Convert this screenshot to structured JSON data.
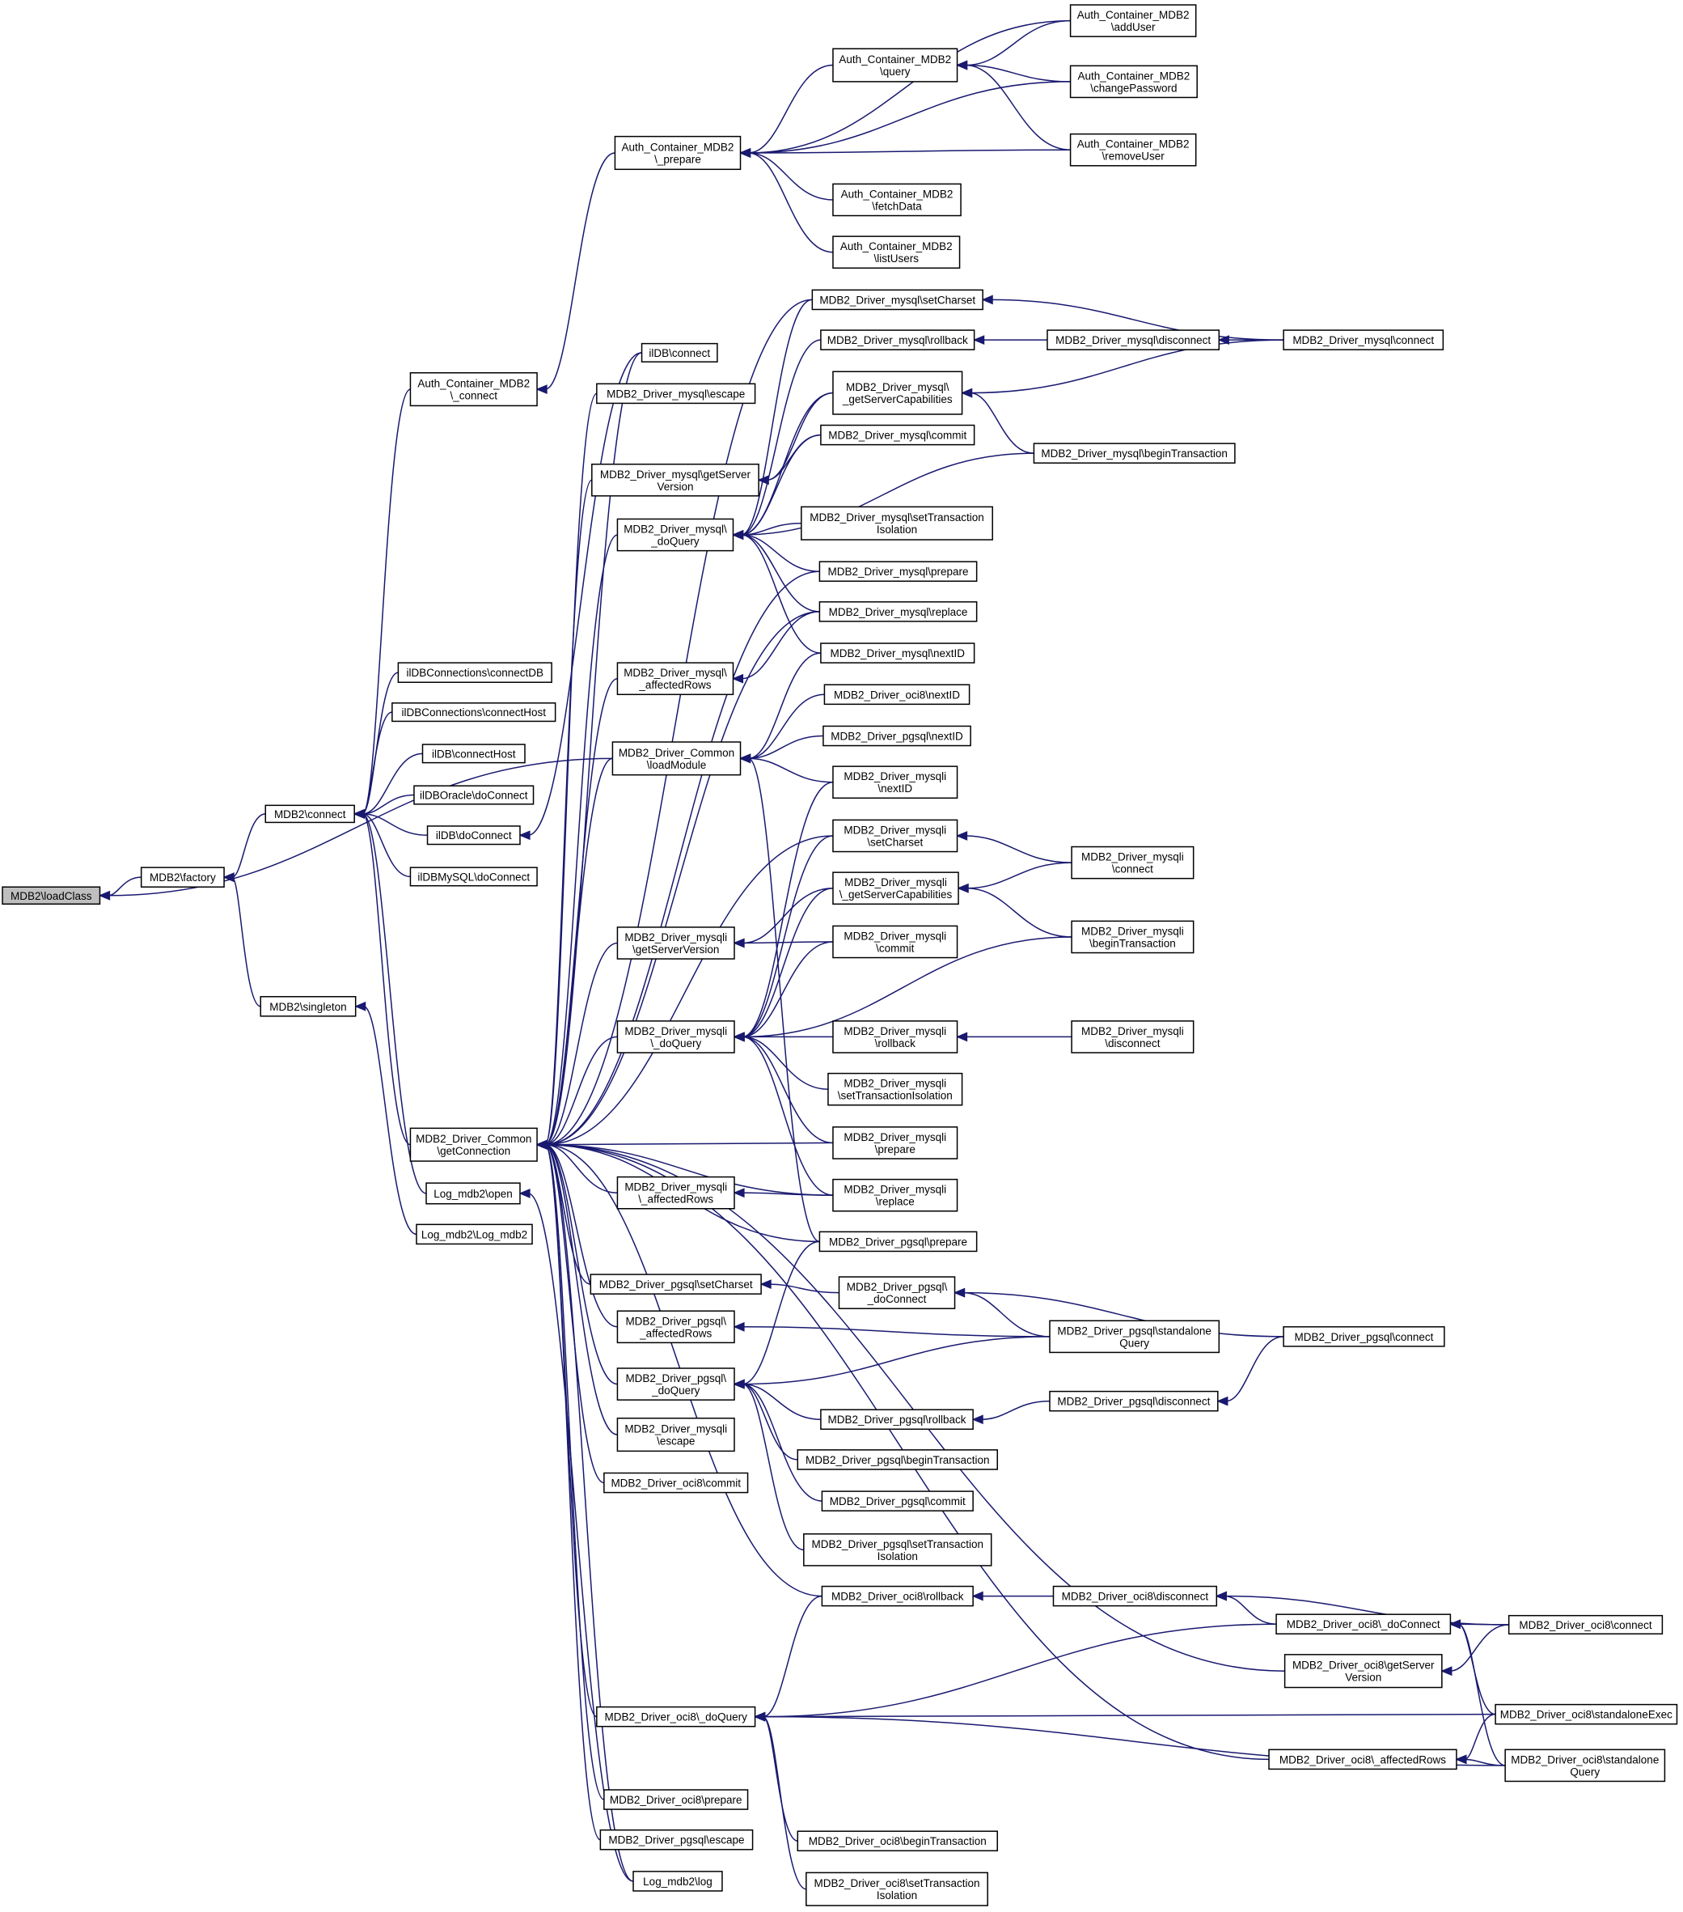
{
  "nodes": [
    {
      "id": "loadClass",
      "lines": [
        "MDB2\\loadClass"
      ],
      "root": true
    },
    {
      "id": "factory",
      "lines": [
        "MDB2\\factory"
      ]
    },
    {
      "id": "connect",
      "lines": [
        "MDB2\\connect"
      ]
    },
    {
      "id": "singleton",
      "lines": [
        "MDB2\\singleton"
      ]
    },
    {
      "id": "acm_connect",
      "lines": [
        "Auth_Container_MDB2",
        "\\_connect"
      ]
    },
    {
      "id": "ilconnDB",
      "lines": [
        "ilDBConnections\\connectDB"
      ]
    },
    {
      "id": "ilconnHost",
      "lines": [
        "ilDBConnections\\connectHost"
      ]
    },
    {
      "id": "ildb_connectHost",
      "lines": [
        "ilDB\\connectHost"
      ]
    },
    {
      "id": "iloracle_doConnect",
      "lines": [
        "ilDBOracle\\doConnect"
      ]
    },
    {
      "id": "ildb_doConnect",
      "lines": [
        "ilDB\\doConnect"
      ]
    },
    {
      "id": "ilmysql_doConnect",
      "lines": [
        "ilDBMySQL\\doConnect"
      ]
    },
    {
      "id": "getConnection",
      "lines": [
        "MDB2_Driver_Common",
        "\\getConnection"
      ]
    },
    {
      "id": "log_open",
      "lines": [
        "Log_mdb2\\open"
      ]
    },
    {
      "id": "log_ctor",
      "lines": [
        "Log_mdb2\\Log_mdb2"
      ]
    },
    {
      "id": "acm_prepare",
      "lines": [
        "Auth_Container_MDB2",
        "\\_prepare"
      ]
    },
    {
      "id": "acm_query",
      "lines": [
        "Auth_Container_MDB2",
        "\\query"
      ]
    },
    {
      "id": "acm_fetchData",
      "lines": [
        "Auth_Container_MDB2",
        "\\fetchData"
      ]
    },
    {
      "id": "acm_listUsers",
      "lines": [
        "Auth_Container_MDB2",
        "\\listUsers"
      ]
    },
    {
      "id": "acm_addUser",
      "lines": [
        "Auth_Container_MDB2",
        "\\addUser"
      ]
    },
    {
      "id": "acm_changePassword",
      "lines": [
        "Auth_Container_MDB2",
        "\\changePassword"
      ]
    },
    {
      "id": "acm_removeUser",
      "lines": [
        "Auth_Container_MDB2",
        "\\removeUser"
      ]
    },
    {
      "id": "ildb_connect",
      "lines": [
        "ilDB\\connect"
      ]
    },
    {
      "id": "my_escape",
      "lines": [
        "MDB2_Driver_mysql\\escape"
      ]
    },
    {
      "id": "my_getServerVersion",
      "lines": [
        "MDB2_Driver_mysql\\getServer",
        "Version"
      ]
    },
    {
      "id": "my_doQuery",
      "lines": [
        "MDB2_Driver_mysql\\",
        "_doQuery"
      ]
    },
    {
      "id": "my_affectedRows",
      "lines": [
        "MDB2_Driver_mysql\\",
        "_affectedRows"
      ]
    },
    {
      "id": "loadModule",
      "lines": [
        "MDB2_Driver_Common",
        "\\loadModule"
      ]
    },
    {
      "id": "mi_getServerVersion",
      "lines": [
        "MDB2_Driver_mysqli",
        "\\getServerVersion"
      ]
    },
    {
      "id": "mi_doQuery",
      "lines": [
        "MDB2_Driver_mysqli",
        "\\_doQuery"
      ]
    },
    {
      "id": "mi_affectedRows",
      "lines": [
        "MDB2_Driver_mysqli",
        "\\_affectedRows"
      ]
    },
    {
      "id": "pg_setCharset",
      "lines": [
        "MDB2_Driver_pgsql\\setCharset"
      ]
    },
    {
      "id": "pg_affectedRows",
      "lines": [
        "MDB2_Driver_pgsql\\",
        "_affectedRows"
      ]
    },
    {
      "id": "pg_doQuery",
      "lines": [
        "MDB2_Driver_pgsql\\",
        "_doQuery"
      ]
    },
    {
      "id": "mi_escape",
      "lines": [
        "MDB2_Driver_mysqli",
        "\\escape"
      ]
    },
    {
      "id": "oci_commit",
      "lines": [
        "MDB2_Driver_oci8\\commit"
      ]
    },
    {
      "id": "oci_doQuery",
      "lines": [
        "MDB2_Driver_oci8\\_doQuery"
      ]
    },
    {
      "id": "oci_prepare",
      "lines": [
        "MDB2_Driver_oci8\\prepare"
      ]
    },
    {
      "id": "pg_escape",
      "lines": [
        "MDB2_Driver_pgsql\\escape"
      ]
    },
    {
      "id": "log_log",
      "lines": [
        "Log_mdb2\\log"
      ]
    },
    {
      "id": "my_setCharset",
      "lines": [
        "MDB2_Driver_mysql\\setCharset"
      ]
    },
    {
      "id": "my_rollback",
      "lines": [
        "MDB2_Driver_mysql\\rollback"
      ]
    },
    {
      "id": "my_getServerCap",
      "lines": [
        "MDB2_Driver_mysql\\",
        "_getServerCapabilities"
      ]
    },
    {
      "id": "my_commit",
      "lines": [
        "MDB2_Driver_mysql\\commit"
      ]
    },
    {
      "id": "my_setTransIso",
      "lines": [
        "MDB2_Driver_mysql\\setTransaction",
        "Isolation"
      ]
    },
    {
      "id": "my_prepare",
      "lines": [
        "MDB2_Driver_mysql\\prepare"
      ]
    },
    {
      "id": "my_replace",
      "lines": [
        "MDB2_Driver_mysql\\replace"
      ]
    },
    {
      "id": "my_nextID",
      "lines": [
        "MDB2_Driver_mysql\\nextID"
      ]
    },
    {
      "id": "oci_nextID",
      "lines": [
        "MDB2_Driver_oci8\\nextID"
      ]
    },
    {
      "id": "pg_nextID",
      "lines": [
        "MDB2_Driver_pgsql\\nextID"
      ]
    },
    {
      "id": "mi_nextID",
      "lines": [
        "MDB2_Driver_mysqli",
        "\\nextID"
      ]
    },
    {
      "id": "mi_setCharset",
      "lines": [
        "MDB2_Driver_mysqli",
        "\\setCharset"
      ]
    },
    {
      "id": "mi_getServerCap",
      "lines": [
        "MDB2_Driver_mysqli",
        "\\_getServerCapabilities"
      ]
    },
    {
      "id": "mi_commit",
      "lines": [
        "MDB2_Driver_mysqli",
        "\\commit"
      ]
    },
    {
      "id": "mi_rollback",
      "lines": [
        "MDB2_Driver_mysqli",
        "\\rollback"
      ]
    },
    {
      "id": "mi_setTransIso",
      "lines": [
        "MDB2_Driver_mysqli",
        "\\setTransactionIsolation"
      ]
    },
    {
      "id": "mi_prepare",
      "lines": [
        "MDB2_Driver_mysqli",
        "\\prepare"
      ]
    },
    {
      "id": "mi_replace",
      "lines": [
        "MDB2_Driver_mysqli",
        "\\replace"
      ]
    },
    {
      "id": "pg_prepare",
      "lines": [
        "MDB2_Driver_pgsql\\prepare"
      ]
    },
    {
      "id": "pg_doConnect",
      "lines": [
        "MDB2_Driver_pgsql\\",
        "_doConnect"
      ]
    },
    {
      "id": "pg_rollback",
      "lines": [
        "MDB2_Driver_pgsql\\rollback"
      ]
    },
    {
      "id": "pg_beginTransaction",
      "lines": [
        "MDB2_Driver_pgsql\\beginTransaction"
      ]
    },
    {
      "id": "pg_commit",
      "lines": [
        "MDB2_Driver_pgsql\\commit"
      ]
    },
    {
      "id": "pg_setTransIso",
      "lines": [
        "MDB2_Driver_pgsql\\setTransaction",
        "Isolation"
      ]
    },
    {
      "id": "oci_rollback",
      "lines": [
        "MDB2_Driver_oci8\\rollback"
      ]
    },
    {
      "id": "oci_beginTransaction",
      "lines": [
        "MDB2_Driver_oci8\\beginTransaction"
      ]
    },
    {
      "id": "oci_setTransIso",
      "lines": [
        "MDB2_Driver_oci8\\setTransaction",
        "Isolation"
      ]
    },
    {
      "id": "my_disconnect",
      "lines": [
        "MDB2_Driver_mysql\\disconnect"
      ]
    },
    {
      "id": "my_beginTransaction",
      "lines": [
        "MDB2_Driver_mysql\\beginTransaction"
      ]
    },
    {
      "id": "my_connect",
      "lines": [
        "MDB2_Driver_mysql\\connect"
      ]
    },
    {
      "id": "mi_connect",
      "lines": [
        "MDB2_Driver_mysqli",
        "\\connect"
      ]
    },
    {
      "id": "mi_beginTransaction",
      "lines": [
        "MDB2_Driver_mysqli",
        "\\beginTransaction"
      ]
    },
    {
      "id": "mi_disconnect",
      "lines": [
        "MDB2_Driver_mysqli",
        "\\disconnect"
      ]
    },
    {
      "id": "pg_standaloneQuery",
      "lines": [
        "MDB2_Driver_pgsql\\standalone",
        "Query"
      ]
    },
    {
      "id": "pg_disconnect",
      "lines": [
        "MDB2_Driver_pgsql\\disconnect"
      ]
    },
    {
      "id": "pg_connect",
      "lines": [
        "MDB2_Driver_pgsql\\connect"
      ]
    },
    {
      "id": "oci_disconnect",
      "lines": [
        "MDB2_Driver_oci8\\disconnect"
      ]
    },
    {
      "id": "oci_doConnect",
      "lines": [
        "MDB2_Driver_oci8\\_doConnect"
      ]
    },
    {
      "id": "oci_getServerVersion",
      "lines": [
        "MDB2_Driver_oci8\\getServer",
        "Version"
      ]
    },
    {
      "id": "oci_affectedRows",
      "lines": [
        "MDB2_Driver_oci8\\_affectedRows"
      ]
    },
    {
      "id": "oci_connect",
      "lines": [
        "MDB2_Driver_oci8\\connect"
      ]
    },
    {
      "id": "oci_standaloneExec",
      "lines": [
        "MDB2_Driver_oci8\\standaloneExec"
      ]
    },
    {
      "id": "oci_standaloneQuery",
      "lines": [
        "MDB2_Driver_oci8\\standalone",
        "Query"
      ]
    }
  ],
  "edges": [
    [
      "factory",
      "loadClass"
    ],
    [
      "loadModule",
      "loadClass"
    ],
    [
      "connect",
      "factory"
    ],
    [
      "singleton",
      "factory"
    ],
    [
      "acm_connect",
      "connect"
    ],
    [
      "ilconnDB",
      "connect"
    ],
    [
      "ilconnHost",
      "connect"
    ],
    [
      "ildb_connectHost",
      "connect"
    ],
    [
      "iloracle_doConnect",
      "connect"
    ],
    [
      "ildb_doConnect",
      "connect"
    ],
    [
      "ilmysql_doConnect",
      "connect"
    ],
    [
      "getConnection",
      "connect"
    ],
    [
      "log_open",
      "connect"
    ],
    [
      "log_ctor",
      "singleton"
    ],
    [
      "acm_prepare",
      "acm_connect"
    ],
    [
      "acm_query",
      "acm_prepare"
    ],
    [
      "acm_fetchData",
      "acm_prepare"
    ],
    [
      "acm_listUsers",
      "acm_prepare"
    ],
    [
      "acm_addUser",
      "acm_prepare"
    ],
    [
      "acm_changePassword",
      "acm_prepare"
    ],
    [
      "acm_removeUser",
      "acm_prepare"
    ],
    [
      "acm_addUser",
      "acm_query"
    ],
    [
      "acm_changePassword",
      "acm_query"
    ],
    [
      "acm_removeUser",
      "acm_query"
    ],
    [
      "ildb_connect",
      "ildb_doConnect"
    ],
    [
      "ildb_connect",
      "getConnection"
    ],
    [
      "my_escape",
      "getConnection"
    ],
    [
      "my_getServerVersion",
      "getConnection"
    ],
    [
      "my_doQuery",
      "getConnection"
    ],
    [
      "my_affectedRows",
      "getConnection"
    ],
    [
      "loadModule",
      "getConnection"
    ],
    [
      "mi_getServerVersion",
      "getConnection"
    ],
    [
      "mi_doQuery",
      "getConnection"
    ],
    [
      "mi_affectedRows",
      "getConnection"
    ],
    [
      "pg_setCharset",
      "getConnection"
    ],
    [
      "pg_affectedRows",
      "getConnection"
    ],
    [
      "pg_doQuery",
      "getConnection"
    ],
    [
      "mi_escape",
      "getConnection"
    ],
    [
      "oci_commit",
      "getConnection"
    ],
    [
      "oci_doQuery",
      "getConnection"
    ],
    [
      "oci_prepare",
      "getConnection"
    ],
    [
      "pg_escape",
      "getConnection"
    ],
    [
      "log_log",
      "getConnection"
    ],
    [
      "my_setCharset",
      "getConnection"
    ],
    [
      "mi_setCharset",
      "getConnection"
    ],
    [
      "my_prepare",
      "getConnection"
    ],
    [
      "my_replace",
      "getConnection"
    ],
    [
      "mi_prepare",
      "getConnection"
    ],
    [
      "mi_replace",
      "getConnection"
    ],
    [
      "pg_prepare",
      "getConnection"
    ],
    [
      "oci_rollback",
      "getConnection"
    ],
    [
      "oci_getServerVersion",
      "getConnection"
    ],
    [
      "oci_affectedRows",
      "getConnection"
    ],
    [
      "log_log",
      "log_open"
    ],
    [
      "my_getServerCap",
      "my_getServerVersion"
    ],
    [
      "my_commit",
      "my_getServerVersion"
    ],
    [
      "my_setCharset",
      "my_doQuery"
    ],
    [
      "my_rollback",
      "my_doQuery"
    ],
    [
      "my_getServerCap",
      "my_doQuery"
    ],
    [
      "my_commit",
      "my_doQuery"
    ],
    [
      "my_setTransIso",
      "my_doQuery"
    ],
    [
      "my_prepare",
      "my_doQuery"
    ],
    [
      "my_replace",
      "my_doQuery"
    ],
    [
      "my_nextID",
      "my_doQuery"
    ],
    [
      "my_beginTransaction",
      "my_doQuery"
    ],
    [
      "my_replace",
      "my_affectedRows"
    ],
    [
      "my_nextID",
      "loadModule"
    ],
    [
      "oci_nextID",
      "loadModule"
    ],
    [
      "pg_nextID",
      "loadModule"
    ],
    [
      "mi_nextID",
      "loadModule"
    ],
    [
      "pg_prepare",
      "loadModule"
    ],
    [
      "mi_getServerCap",
      "mi_getServerVersion"
    ],
    [
      "mi_commit",
      "mi_getServerVersion"
    ],
    [
      "mi_nextID",
      "mi_doQuery"
    ],
    [
      "mi_setCharset",
      "mi_doQuery"
    ],
    [
      "mi_getServerCap",
      "mi_doQuery"
    ],
    [
      "mi_commit",
      "mi_doQuery"
    ],
    [
      "mi_rollback",
      "mi_doQuery"
    ],
    [
      "mi_setTransIso",
      "mi_doQuery"
    ],
    [
      "mi_prepare",
      "mi_doQuery"
    ],
    [
      "mi_replace",
      "mi_doQuery"
    ],
    [
      "mi_beginTransaction",
      "mi_doQuery"
    ],
    [
      "mi_replace",
      "mi_affectedRows"
    ],
    [
      "pg_doConnect",
      "pg_setCharset"
    ],
    [
      "pg_standaloneQuery",
      "pg_affectedRows"
    ],
    [
      "pg_prepare",
      "pg_doQuery"
    ],
    [
      "pg_rollback",
      "pg_doQuery"
    ],
    [
      "pg_beginTransaction",
      "pg_doQuery"
    ],
    [
      "pg_commit",
      "pg_doQuery"
    ],
    [
      "pg_setTransIso",
      "pg_doQuery"
    ],
    [
      "pg_standaloneQuery",
      "pg_doQuery"
    ],
    [
      "oci_rollback",
      "oci_doQuery"
    ],
    [
      "oci_beginTransaction",
      "oci_doQuery"
    ],
    [
      "oci_setTransIso",
      "oci_doQuery"
    ],
    [
      "oci_doConnect",
      "oci_doQuery"
    ],
    [
      "oci_standaloneExec",
      "oci_doQuery"
    ],
    [
      "oci_standaloneQuery",
      "oci_doQuery"
    ],
    [
      "my_connect",
      "my_setCharset"
    ],
    [
      "my_disconnect",
      "my_rollback"
    ],
    [
      "my_connect",
      "my_disconnect"
    ],
    [
      "my_connect",
      "my_getServerCap"
    ],
    [
      "my_beginTransaction",
      "my_getServerCap"
    ],
    [
      "mi_connect",
      "mi_setCharset"
    ],
    [
      "mi_connect",
      "mi_getServerCap"
    ],
    [
      "mi_beginTransaction",
      "mi_getServerCap"
    ],
    [
      "mi_disconnect",
      "mi_rollback"
    ],
    [
      "pg_connect",
      "pg_doConnect"
    ],
    [
      "pg_standaloneQuery",
      "pg_doConnect"
    ],
    [
      "pg_disconnect",
      "pg_rollback"
    ],
    [
      "pg_connect",
      "pg_disconnect"
    ],
    [
      "oci_disconnect",
      "oci_rollback"
    ],
    [
      "oci_connect",
      "oci_disconnect"
    ],
    [
      "oci_doConnect",
      "oci_disconnect"
    ],
    [
      "oci_connect",
      "oci_doConnect"
    ],
    [
      "oci_standaloneExec",
      "oci_doConnect"
    ],
    [
      "oci_standaloneQuery",
      "oci_doConnect"
    ],
    [
      "oci_connect",
      "oci_getServerVersion"
    ],
    [
      "oci_standaloneExec",
      "oci_affectedRows"
    ],
    [
      "oci_standaloneQuery",
      "oci_affectedRows"
    ]
  ]
}
